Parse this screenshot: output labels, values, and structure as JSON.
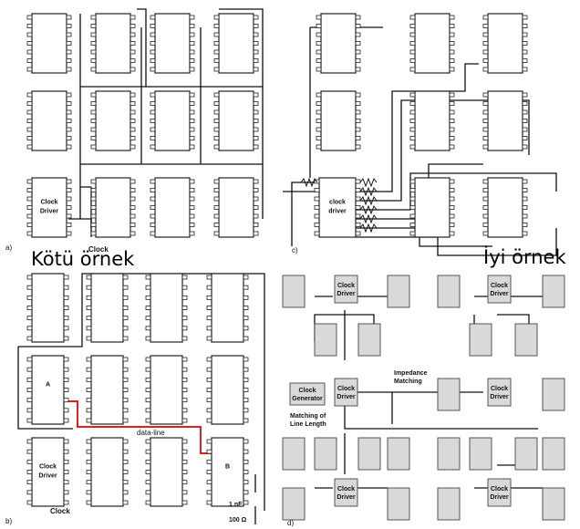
{
  "panels": {
    "a": {
      "tag": "a)",
      "chip_label_line1": "Clock",
      "chip_label_line2": "Driver",
      "below_text": "Clock"
    },
    "b": {
      "tag": "b)",
      "chip_a": "A",
      "chip_b": "B",
      "data_line": "data-line",
      "driver_line1": "Clock",
      "driver_line2": "Driver",
      "clock_in": "Clock",
      "cap": "1 nF",
      "res": "100 Ω"
    },
    "c": {
      "tag": "c)",
      "driver_line1": "clock",
      "driver_line2": "driver"
    },
    "d": {
      "tag": "d)",
      "generator_line1": "Clock",
      "generator_line2": "Generator",
      "driver_line1": "Clock",
      "driver_line2": "Driver",
      "impedance_line1": "Impedance",
      "impedance_line2": "Matching",
      "length_line1": "Matching of",
      "length_line2": "Line Length"
    }
  },
  "captions": {
    "bad": "Kötü örnek",
    "good": "İyi örnek"
  },
  "colors": {
    "chip_fill": "#ffffff",
    "chip_stroke": "#222222",
    "box_fill": "#d9d9d9",
    "trace": "#111111",
    "data_line": "#e02020"
  }
}
